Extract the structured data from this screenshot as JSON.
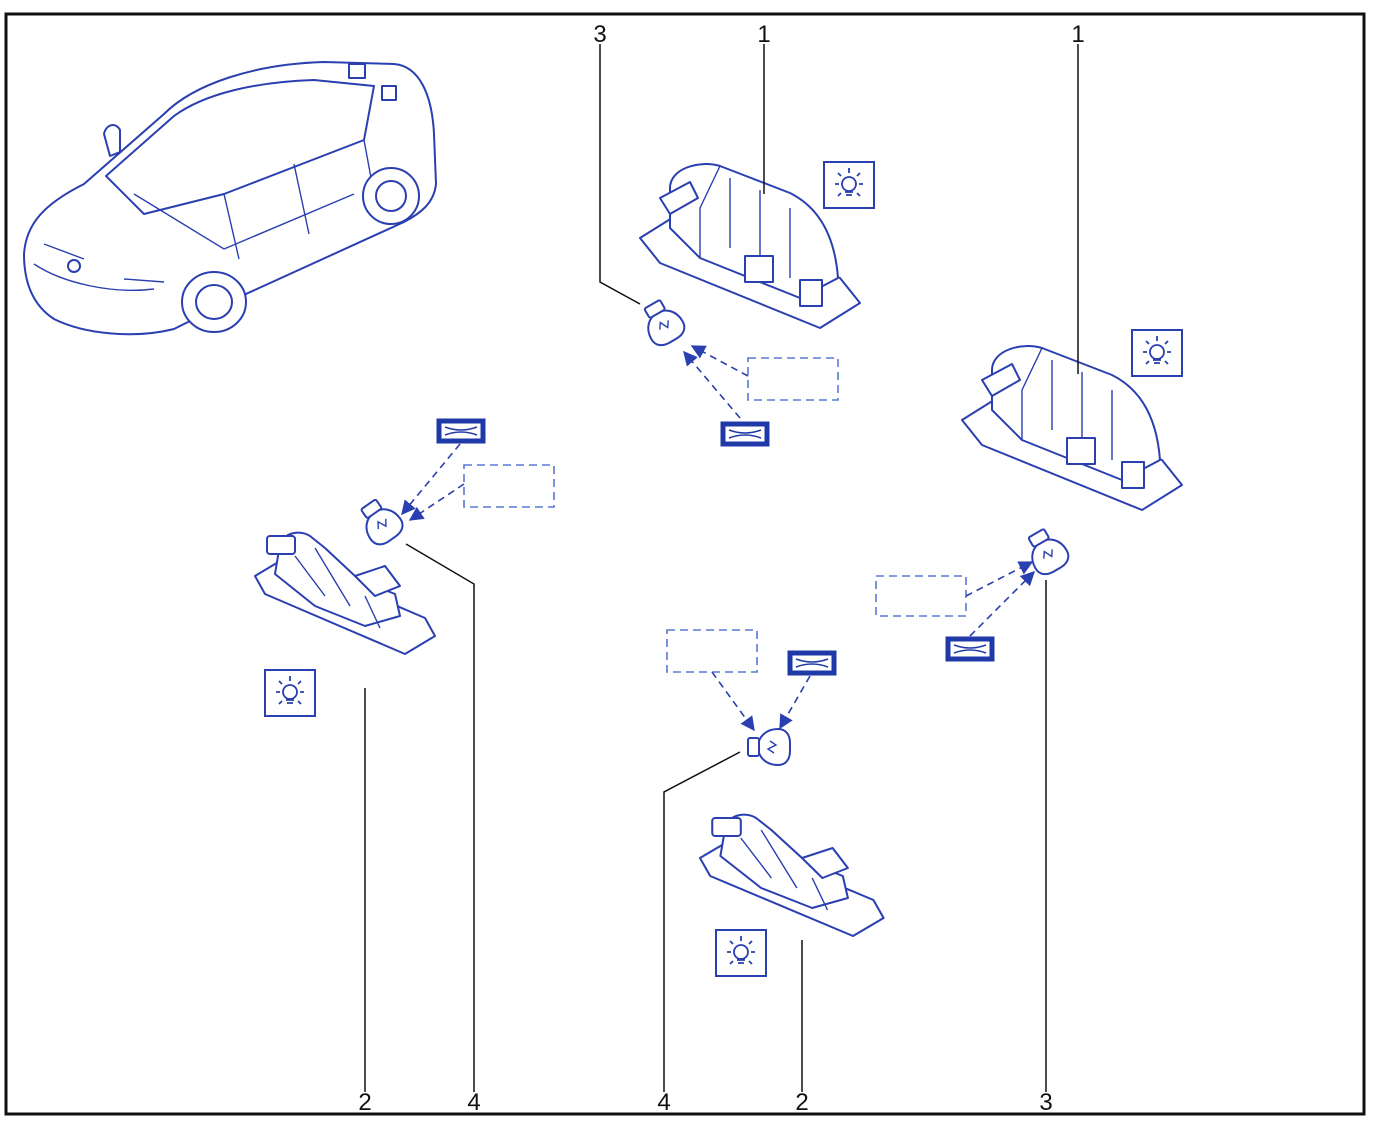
{
  "diagram": {
    "callouts": [
      {
        "id": "c-3-top",
        "label": "3"
      },
      {
        "id": "c-1-top",
        "label": "1"
      },
      {
        "id": "c-1-right",
        "label": "1"
      },
      {
        "id": "c-2-left",
        "label": "2"
      },
      {
        "id": "c-4-left",
        "label": "4"
      },
      {
        "id": "c-4-center",
        "label": "4"
      },
      {
        "id": "c-2-center",
        "label": "2"
      },
      {
        "id": "c-3-right",
        "label": "3"
      }
    ],
    "icons": [
      "car-icon",
      "lamp-housing-icon",
      "bulb-icon",
      "lamp-symbol-icon",
      "part-tag-icon",
      "placeholder-box-icon"
    ],
    "colors": {
      "line_art": "#2a3fb0",
      "tag": "#1f3aa8",
      "frame": "#111111"
    }
  }
}
